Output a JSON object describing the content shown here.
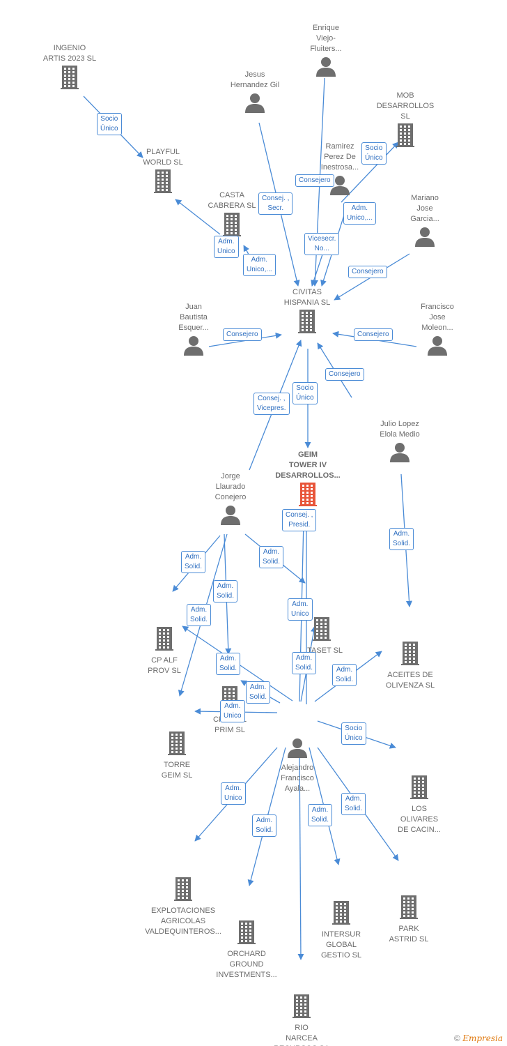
{
  "nodes": {
    "ingenio": {
      "label": "INGENIO\nARTIS 2023  SL",
      "kind": "company"
    },
    "enrique": {
      "label": "Enrique\nViejo-\nFluiters...",
      "kind": "person"
    },
    "jesus": {
      "label": "Jesus\nHernandez Gil",
      "kind": "person"
    },
    "mob": {
      "label": "MOB\nDESARROLLOS\nSL",
      "kind": "company"
    },
    "playful": {
      "label": "PLAYFUL\nWORLD  SL",
      "kind": "company"
    },
    "ramirez": {
      "label": "Ramirez\nPerez De\nInestrosa...",
      "kind": "person"
    },
    "casta": {
      "label": "CASTA\nCABRERA  SL",
      "kind": "company"
    },
    "mariano": {
      "label": "Mariano\nJose\nGarcia...",
      "kind": "person"
    },
    "civitas": {
      "label": "CIVITAS\nHISPANIA  SL",
      "kind": "company"
    },
    "juan": {
      "label": "Juan\nBautista\nEsquer...",
      "kind": "person"
    },
    "francisco": {
      "label": "Francisco\nJose\nMoleon...",
      "kind": "person"
    },
    "julio": {
      "label": "Julio Lopez\nElola Medio",
      "kind": "person"
    },
    "geim": {
      "label": "GEIM\nTOWER IV\nDESARROLLOS...",
      "kind": "center"
    },
    "jorge": {
      "label": "Jorge\nLlaurado\nConejero",
      "kind": "person"
    },
    "cpalf": {
      "label": "CP ALF\nPROV  SL",
      "kind": "company"
    },
    "mitaset": {
      "label": "...TASET  SL",
      "kind": "company"
    },
    "aceites": {
      "label": "ACEITES DE\nOLIVENZA  SL",
      "kind": "company"
    },
    "cpgral": {
      "label": "CP GRAL\nPRIM  SL",
      "kind": "company"
    },
    "torre": {
      "label": "TORRE\nGEIM  SL",
      "kind": "company"
    },
    "alejandro": {
      "label": "Alejandro\nFrancisco\nAyala...",
      "kind": "person"
    },
    "olivares": {
      "label": "LOS\nOLIVARES\nDE CACIN...",
      "kind": "company"
    },
    "explot": {
      "label": "EXPLOTACIONES\nAGRICOLAS\nVALDEQUINTEROS...",
      "kind": "company"
    },
    "orchard": {
      "label": "ORCHARD\nGROUND\nINVESTMENTS...",
      "kind": "company"
    },
    "intersur": {
      "label": "INTERSUR\nGLOBAL\nGESTIO SL",
      "kind": "company"
    },
    "park": {
      "label": "PARK\nASTRID  SL",
      "kind": "company"
    },
    "rio": {
      "label": "RIO\nNARCEA\nRECURSOS SA",
      "kind": "company"
    }
  },
  "relations": [
    {
      "label": "Socio\nÚnico"
    },
    {
      "label": "Consej. ,\nSecr."
    },
    {
      "label": "Consejero"
    },
    {
      "label": "Socio\nÚnico"
    },
    {
      "label": "Adm.\nUnico,..."
    },
    {
      "label": "Adm.\nUnico"
    },
    {
      "label": "Adm.\nUnico,..."
    },
    {
      "label": "Vicesecr.\nNo..."
    },
    {
      "label": "Consejero"
    },
    {
      "label": "Consejero"
    },
    {
      "label": "Consejero"
    },
    {
      "label": "Consejero"
    },
    {
      "label": "Socio\nÚnico"
    },
    {
      "label": "Consej. ,\nVicepres."
    },
    {
      "label": "Consej. ,\nPresid."
    },
    {
      "label": "Adm.\nSolid."
    },
    {
      "label": "Adm.\nSolid."
    },
    {
      "label": "Adm.\nSolid."
    },
    {
      "label": "Adm.\nSolid."
    },
    {
      "label": "Adm.\nUnico"
    },
    {
      "label": "Adm.\nSolid."
    },
    {
      "label": "Adm.\nSolid."
    },
    {
      "label": "Adm.\nSolid."
    },
    {
      "label": "Adm.\nSolid."
    },
    {
      "label": "Adm.\nSolid."
    },
    {
      "label": "Socio\nÚnico"
    },
    {
      "label": "Adm.\nUnico"
    },
    {
      "label": "Adm.\nUnico"
    },
    {
      "label": "Adm.\nSolid."
    },
    {
      "label": "Adm.\nSolid."
    },
    {
      "label": "Adm.\nSolid."
    }
  ],
  "footer": {
    "symbol": "©",
    "brand": "Empresia"
  },
  "colors": {
    "edge": "#4a8bd6",
    "icon": "#6e6e6e",
    "center": "#e8553a"
  }
}
